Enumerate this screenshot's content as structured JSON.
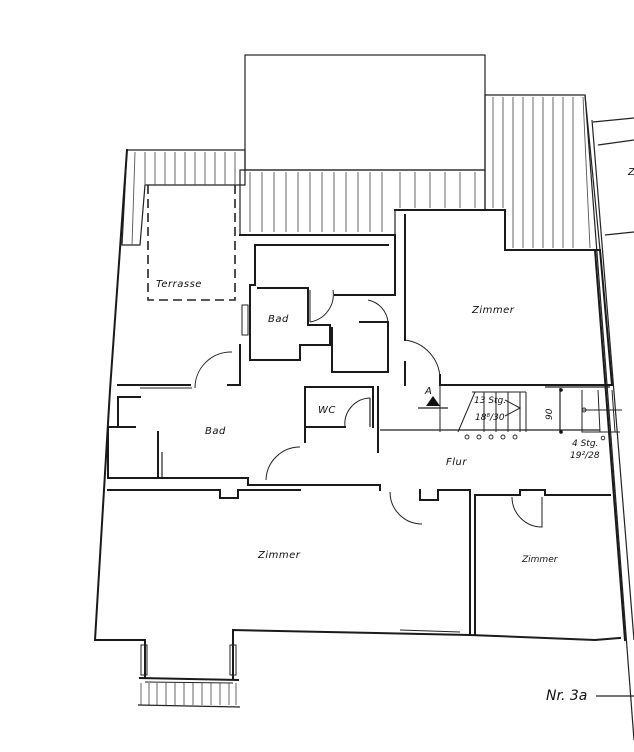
{
  "plan": {
    "sheet_label": "Nr. 3a",
    "rooms": [
      {
        "id": "terrasse",
        "label": "Terrasse"
      },
      {
        "id": "bad-upper",
        "label": "Bad"
      },
      {
        "id": "zimmer-upper-right",
        "label": "Zimmer"
      },
      {
        "id": "wc",
        "label": "WC"
      },
      {
        "id": "bad-lower",
        "label": "Bad"
      },
      {
        "id": "flur",
        "label": "Flur"
      },
      {
        "id": "zimmer-large",
        "label": "Zimmer"
      },
      {
        "id": "zimmer-lower-right",
        "label": "Zimmer"
      }
    ],
    "stairs": [
      {
        "id": "stair-main",
        "steps_label": "13 Stg.",
        "dims_label": "18⁸/30"
      },
      {
        "id": "stair-side",
        "steps_label": "4 Stg.",
        "dims_label": "19²/28"
      }
    ],
    "section_marker": {
      "label": "A"
    },
    "dimension_label": "90",
    "right_edge_fragment": "Z"
  }
}
